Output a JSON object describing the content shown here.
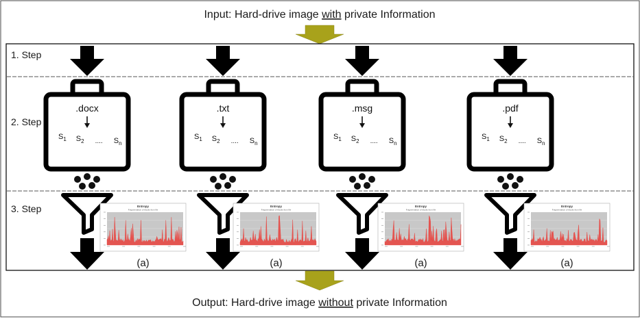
{
  "header": {
    "input_prefix": "Input: Hard-drive image ",
    "input_emph": "with",
    "input_suffix": " private Information"
  },
  "footer": {
    "output_prefix": "Output: Hard-drive image ",
    "output_emph": "without",
    "output_suffix": " private Information"
  },
  "steps": [
    "1. Step",
    "2. Step",
    "3. Step"
  ],
  "columns": [
    {
      "ext": ".docx",
      "segments": {
        "s1_base": "S",
        "s1_sub": "1",
        "s2_base": "S",
        "s2_sub": "2",
        "dots": "....",
        "sn_base": "S",
        "sn_sub": "n"
      },
      "chart_title": "Entropy",
      "chart_subtitle": "Fragmentation of blocks from file",
      "chart_label": "(a)"
    },
    {
      "ext": ".txt",
      "segments": {
        "s1_base": "S",
        "s1_sub": "1",
        "s2_base": "S",
        "s2_sub": "2",
        "dots": "....",
        "sn_base": "S",
        "sn_sub": "n"
      },
      "chart_title": "Entropy",
      "chart_subtitle": "Fragmentation of blocks from file",
      "chart_label": "(a)"
    },
    {
      "ext": ".msg",
      "segments": {
        "s1_base": "S",
        "s1_sub": "1",
        "s2_base": "S",
        "s2_sub": "2",
        "dots": "....",
        "sn_base": "S",
        "sn_sub": "n"
      },
      "chart_title": "Entropy",
      "chart_subtitle": "Fragmentation of blocks from file",
      "chart_label": "(a)"
    },
    {
      "ext": ".pdf",
      "segments": {
        "s1_base": "S",
        "s1_sub": "1",
        "s2_base": "S",
        "s2_sub": "2",
        "dots": "....",
        "sn_base": "S",
        "sn_sub": "n"
      },
      "chart_title": "Entropy",
      "chart_subtitle": "Fragmentation of blocks from file",
      "chart_label": "(a)"
    }
  ],
  "colors": {
    "flow_arrow": "#a8a21b",
    "icons": "#000000",
    "chart_plot_bg": "#c8c8c8",
    "chart_series": "#e8413c"
  }
}
